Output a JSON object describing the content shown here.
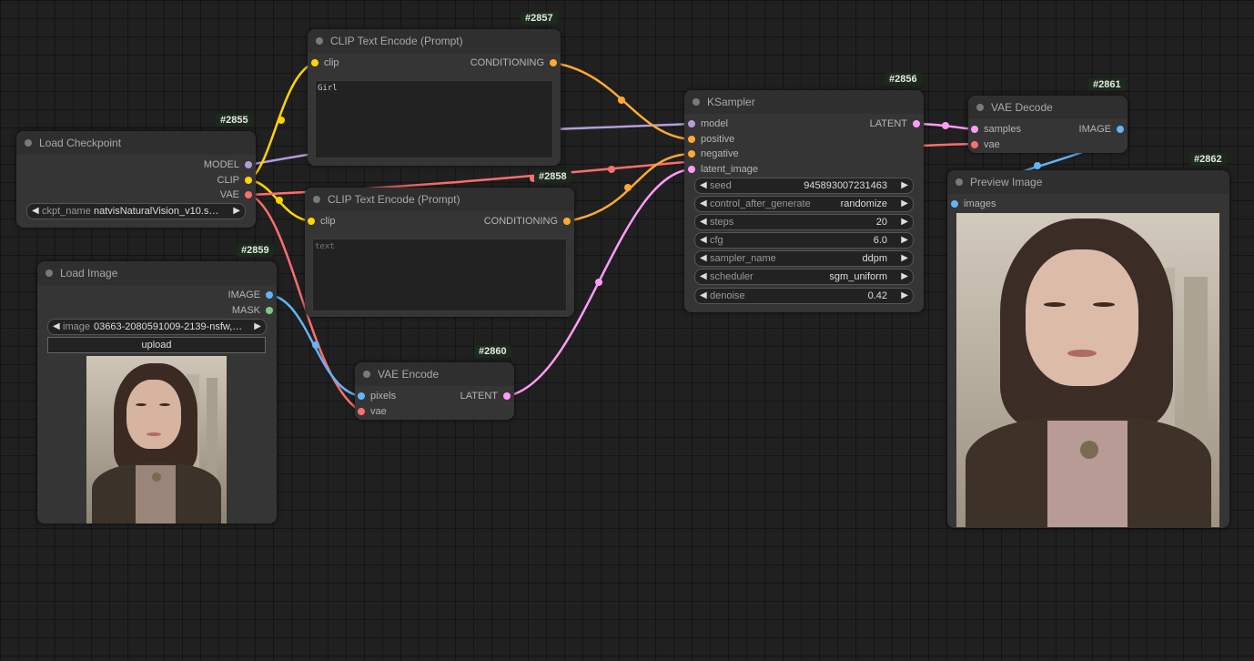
{
  "canvas": {
    "background": "#202020"
  },
  "nodes": {
    "load_checkpoint": {
      "id": "#2855",
      "title": "Load Checkpoint",
      "outputs": [
        "MODEL",
        "CLIP",
        "VAE"
      ],
      "widget_label": "ckpt_name",
      "widget_value": "natvisNaturalVision_v10.saf…"
    },
    "clip_text_encode_1": {
      "id": "#2857",
      "title": "CLIP Text Encode (Prompt)",
      "input": "clip",
      "output": "CONDITIONING",
      "text": "Girl"
    },
    "clip_text_encode_2": {
      "id": "#2858",
      "title": "CLIP Text Encode (Prompt)",
      "input": "clip",
      "output": "CONDITIONING",
      "placeholder": "text"
    },
    "load_image": {
      "id": "#2859",
      "title": "Load Image",
      "outputs": [
        "IMAGE",
        "MASK"
      ],
      "widget_label": "image",
      "widget_value": "03663-2080591009-2139-nsfw, e…",
      "upload_label": "upload"
    },
    "vae_encode": {
      "id": "#2860",
      "title": "VAE Encode",
      "inputs": [
        "pixels",
        "vae"
      ],
      "output": "LATENT"
    },
    "ksampler": {
      "id": "#2856",
      "title": "KSampler",
      "inputs": [
        "model",
        "positive",
        "negative",
        "latent_image"
      ],
      "output": "LATENT",
      "widgets": [
        {
          "label": "seed",
          "value": "945893007231463"
        },
        {
          "label": "control_after_generate",
          "value": "randomize"
        },
        {
          "label": "steps",
          "value": "20"
        },
        {
          "label": "cfg",
          "value": "6.0"
        },
        {
          "label": "sampler_name",
          "value": "ddpm"
        },
        {
          "label": "scheduler",
          "value": "sgm_uniform"
        },
        {
          "label": "denoise",
          "value": "0.42"
        }
      ]
    },
    "vae_decode": {
      "id": "#2861",
      "title": "VAE Decode",
      "inputs": [
        "samples",
        "vae"
      ],
      "output": "IMAGE"
    },
    "preview_image": {
      "id": "#2862",
      "title": "Preview Image",
      "input": "images"
    }
  },
  "colors": {
    "model": "#b39ddb",
    "clip": "#ffd500",
    "vae": "#ff6e6e",
    "conditioning": "#ffa931",
    "latent": "#ff9cf9",
    "image": "#64b5f6",
    "mask": "#81c784"
  }
}
